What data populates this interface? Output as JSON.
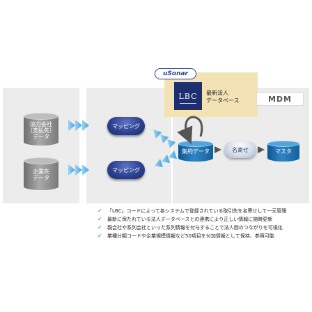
{
  "logo": {
    "usonar": "uSonar"
  },
  "mdm_label": "MDM",
  "lbc": {
    "logo_text": "LBC",
    "caption": [
      "最新法人",
      "データベース"
    ]
  },
  "sources": [
    {
      "lines": [
        "協力会社",
        "（支払先）",
        "データ"
      ]
    },
    {
      "lines": [
        "企業先",
        "データ"
      ]
    }
  ],
  "mapping_pills": [
    "マッピング",
    "マッピング"
  ],
  "aggregated_db": "集約データ",
  "dedupe_pill": "名寄せ",
  "master_db": "マスタ",
  "notes": [
    "「LBC」コードによって各システムで登録されている取引先を名寄せして一元管理",
    "最新に保たれている法人データベースとの連携により正しい情報に随時更新",
    "親会社や系列会社といった系列情報を付与することで法人間のつながりを可視化",
    "業種分類コードや企業規模情報など50項目を付加情報として保持、参照可能"
  ],
  "colors": {
    "accent_blue": "#2f86c6",
    "navy": "#1d2f6e",
    "lbc_highlight": "#f3e2b4",
    "panel_grey": "#ececec"
  },
  "icons": {
    "check": "check-icon",
    "arrow": "chevron-arrow-icon"
  }
}
